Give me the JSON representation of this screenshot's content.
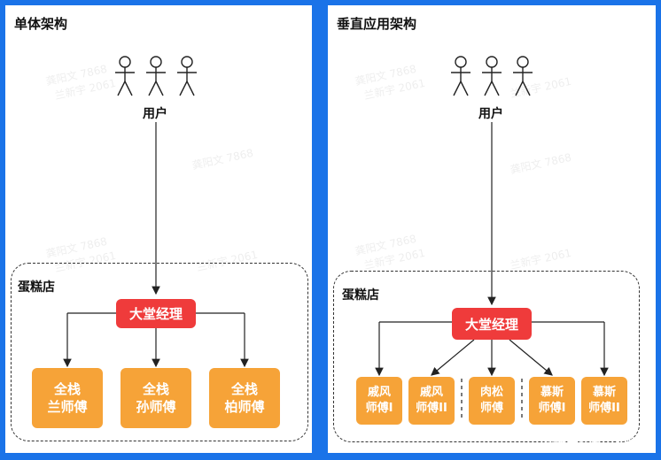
{
  "left": {
    "title": "单体架构",
    "users_label": "用户",
    "group_label": "蛋糕店",
    "manager": "大堂经理",
    "workers": [
      {
        "line1": "全栈",
        "line2": "兰师傅"
      },
      {
        "line1": "全栈",
        "line2": "孙师傅"
      },
      {
        "line1": "全栈",
        "line2": "柏师傅"
      }
    ]
  },
  "right": {
    "title": "垂直应用架构",
    "users_label": "用户",
    "group_label": "蛋糕店",
    "manager": "大堂经理",
    "workers": [
      {
        "line1": "戚风",
        "line2": "师傅I"
      },
      {
        "line1": "戚风",
        "line2": "师傅II"
      },
      {
        "line1": "肉松",
        "line2": "师傅"
      },
      {
        "line1": "慕斯",
        "line2": "师傅I"
      },
      {
        "line1": "慕斯",
        "line2": "师傅II"
      }
    ]
  },
  "watermarks": [
    "龚阳文 7868",
    "兰新宇 2061"
  ],
  "credit": "@稀土掘金技术社区",
  "colors": {
    "background": "#1a73e8",
    "manager": "#ef3b3b",
    "worker": "#f6a338"
  }
}
